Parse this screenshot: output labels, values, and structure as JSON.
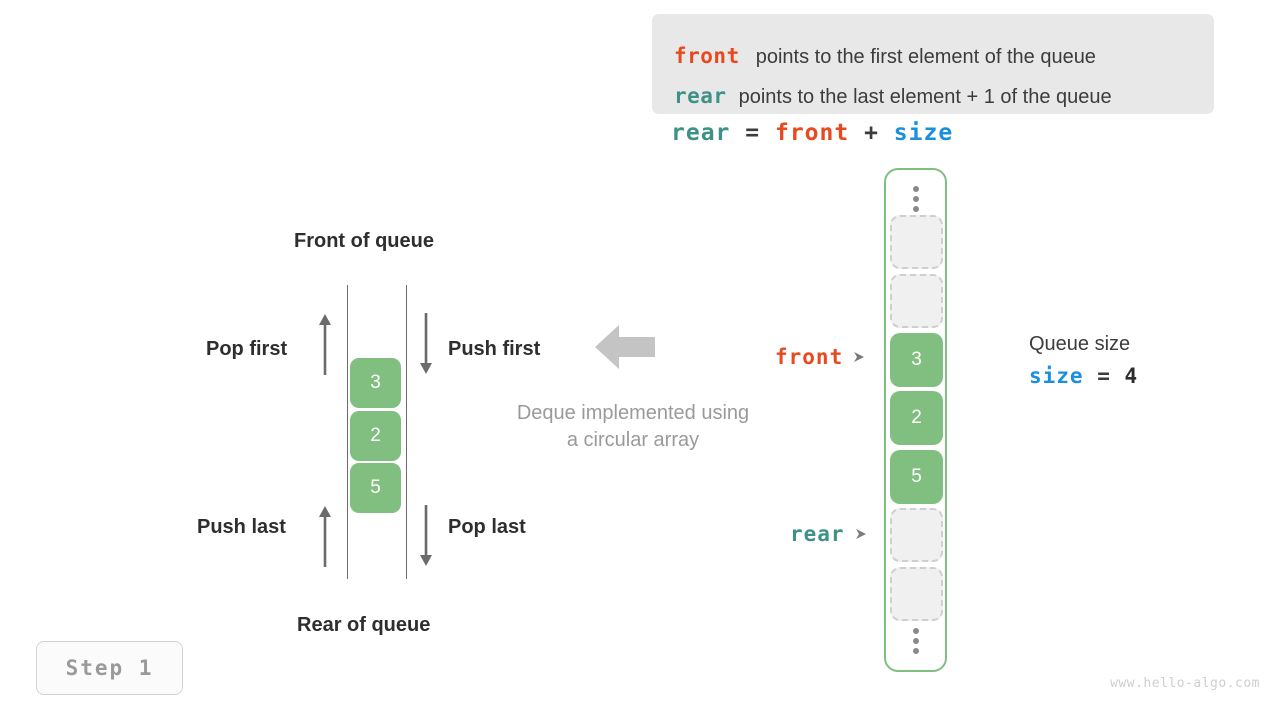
{
  "legend": {
    "rows": [
      {
        "keyword": "front",
        "description": "points to the first element of the queue",
        "color": "#e8491f"
      },
      {
        "keyword": "rear",
        "description": "points to the last element + 1 of the queue",
        "color": "#3d9187"
      }
    ]
  },
  "formula": {
    "lhs": "rear",
    "eq": "=",
    "rhs1": "front",
    "plus": "+",
    "rhs2": "size"
  },
  "deque": {
    "title_front": "Front of queue",
    "title_rear": "Rear of queue",
    "caption_line1": "Deque implemented using",
    "caption_line2": "a circular array",
    "operations": {
      "pop_first": "Pop first",
      "push_first": "Push first",
      "push_last": "Push last",
      "pop_last": "Pop last"
    },
    "cells": [
      "3",
      "2",
      "5"
    ]
  },
  "array": {
    "slots": [
      {
        "value": "",
        "filled": false
      },
      {
        "value": "",
        "filled": false
      },
      {
        "value": "3",
        "filled": true
      },
      {
        "value": "2",
        "filled": true
      },
      {
        "value": "5",
        "filled": true
      },
      {
        "value": "",
        "filled": false
      },
      {
        "value": "",
        "filled": false
      }
    ],
    "pointers": {
      "front": "front",
      "rear": "rear"
    }
  },
  "queue_size": {
    "title": "Queue size",
    "var": "size",
    "eq": "=",
    "value": "4"
  },
  "step": {
    "label": "Step 1"
  },
  "watermark": {
    "text": "www.hello-algo.com"
  },
  "colors": {
    "front": "#e8491f",
    "rear": "#3d9187",
    "size": "#1a8fdd",
    "green": "#81bf81",
    "gray_arrow": "#c4c4c4",
    "panel_bg": "#e8e8e8"
  }
}
